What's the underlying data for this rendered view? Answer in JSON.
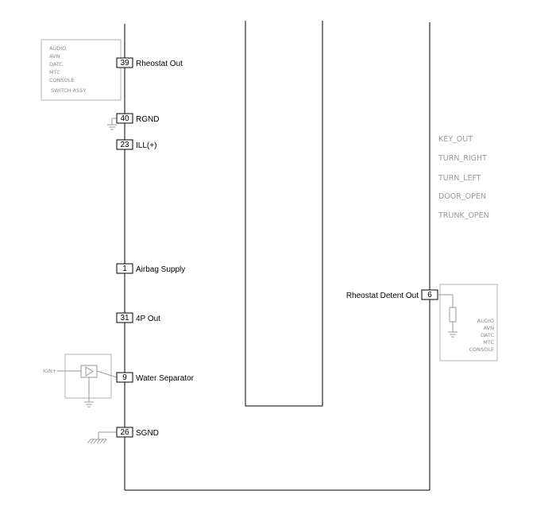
{
  "left_connector": {
    "pins": [
      {
        "num": "39",
        "label": "Rheostat Out"
      },
      {
        "num": "40",
        "label": "RGND"
      },
      {
        "num": "23",
        "label": "ILL(+)"
      },
      {
        "num": "1",
        "label": "Airbag Supply"
      },
      {
        "num": "31",
        "label": "4P Out"
      },
      {
        "num": "9",
        "label": "Water Separator"
      },
      {
        "num": "26",
        "label": "SGND"
      }
    ]
  },
  "audio_box": {
    "lines": [
      "AUDIO",
      "AVN",
      "DATC",
      "MTC",
      "CONSOLE",
      "SWITCH ASSY"
    ]
  },
  "water_sep_box": {
    "input_label": "IGN+"
  },
  "right_connector": {
    "pin": {
      "num": "6",
      "label": "Rheostat Detent Out"
    },
    "box_lines": [
      "AUDIO",
      "AVN",
      "DATC",
      "MTC",
      "CONSOLE"
    ]
  },
  "signals": [
    "KEY_OUT",
    "TURN_RIGHT",
    "TURN_LEFT",
    "DOOR_OPEN",
    "TRUNK_OPEN"
  ]
}
